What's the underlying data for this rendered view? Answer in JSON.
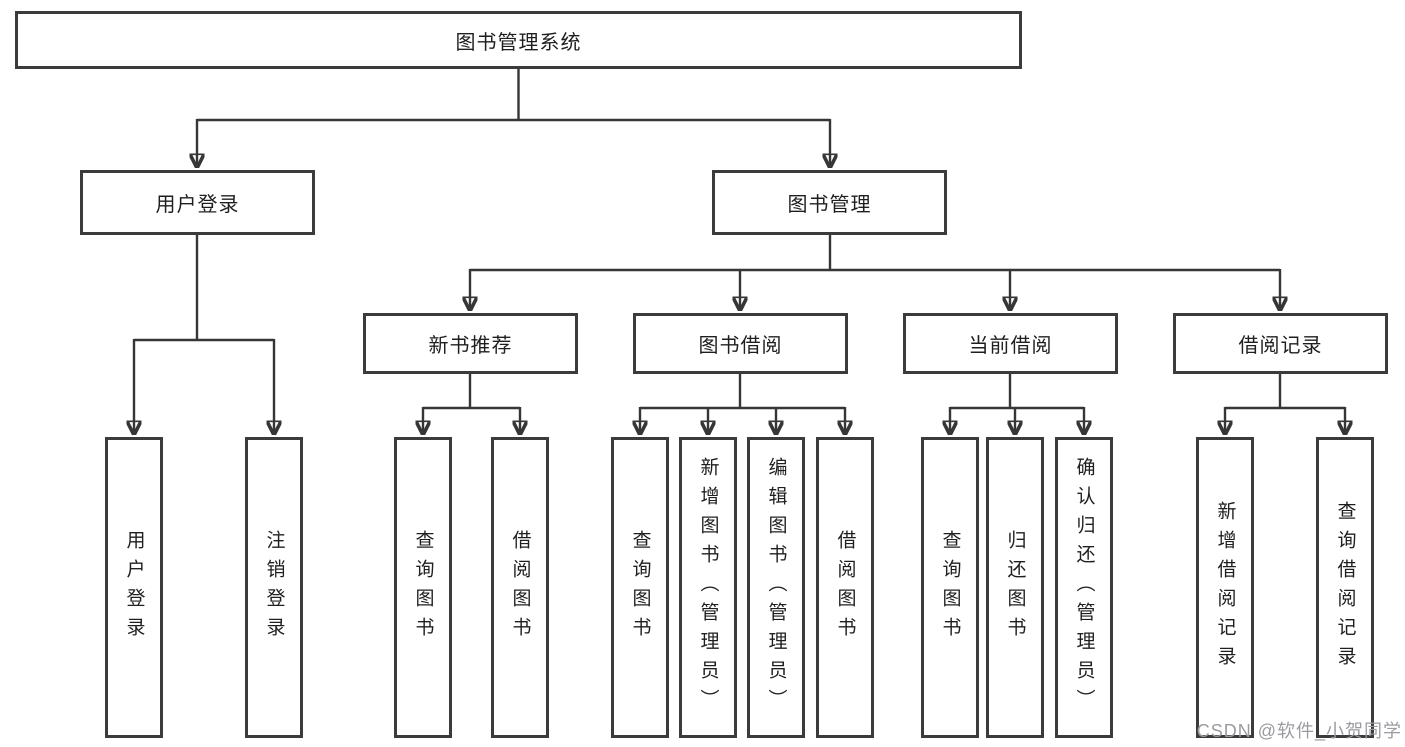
{
  "tree": {
    "root": "图书管理系统",
    "children": [
      {
        "label": "用户登录",
        "children": [
          {
            "label": "用户登录"
          },
          {
            "label": "注销登录"
          }
        ]
      },
      {
        "label": "图书管理",
        "children": [
          {
            "label": "新书推荐",
            "children": [
              {
                "label": "查询图书"
              },
              {
                "label": "借阅图书"
              }
            ]
          },
          {
            "label": "图书借阅",
            "children": [
              {
                "label": "查询图书"
              },
              {
                "label": "新增图书（管理员）"
              },
              {
                "label": "编辑图书（管理员）"
              },
              {
                "label": "借阅图书"
              }
            ]
          },
          {
            "label": "当前借阅",
            "children": [
              {
                "label": "查询图书"
              },
              {
                "label": "归还图书"
              },
              {
                "label": "确认归还（管理员）"
              }
            ]
          },
          {
            "label": "借阅记录",
            "children": [
              {
                "label": "新增借阅记录"
              },
              {
                "label": "查询借阅记录"
              }
            ]
          }
        ]
      }
    ]
  },
  "watermark": {
    "text": "CSDN @软件_小贺同学"
  },
  "style": {
    "box_border_color": "#3b3b3b",
    "line_color": "#363636",
    "text_color": "#1f1f1f",
    "watermark_color": "#9b9ba1",
    "background": "#ffffff"
  }
}
